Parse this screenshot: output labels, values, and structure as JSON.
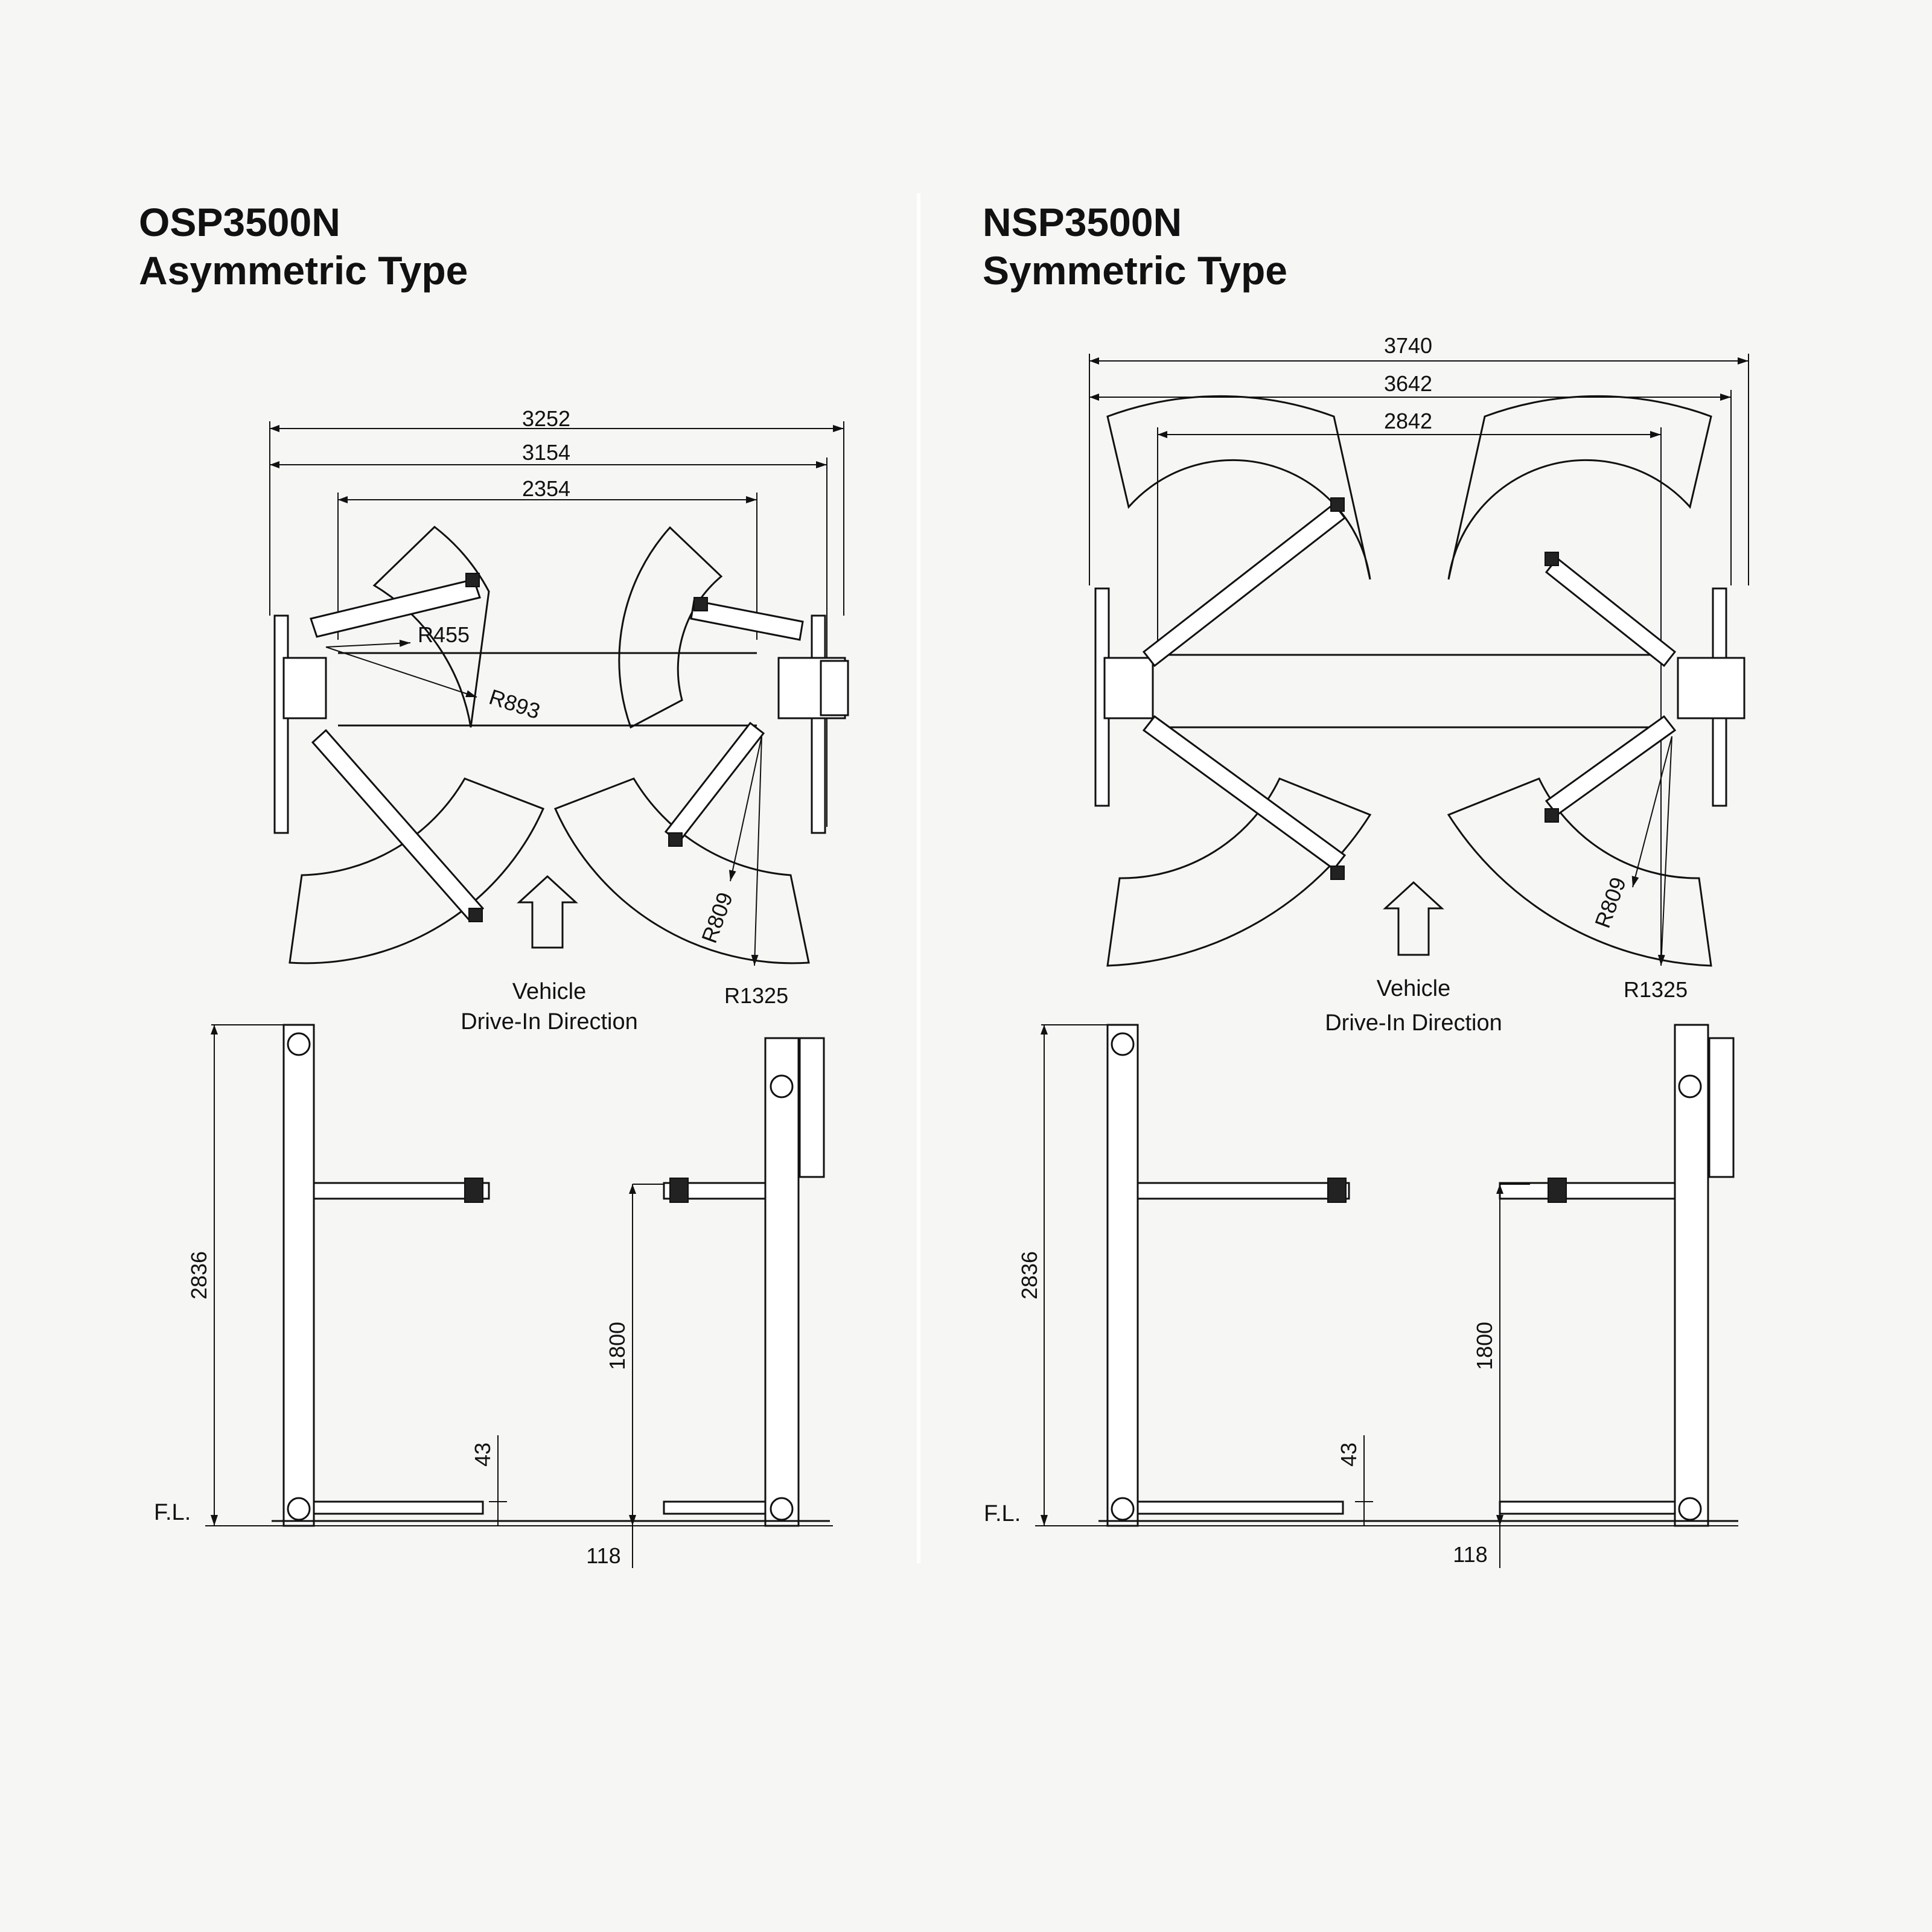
{
  "left": {
    "model": "OSP3500N",
    "type": "Asymmetric Type",
    "dims": {
      "overall": "3252",
      "posts": "3154",
      "inner": "2354",
      "r_small": "R455",
      "r_mid": "R893",
      "r_front": "R809",
      "r_long": "R1325"
    },
    "direction": {
      "line1": "Vehicle",
      "line2": "Drive-In Direction"
    },
    "elevation": {
      "height": "2836",
      "lift": "1800",
      "pad": "43",
      "base": "118",
      "floor": "F.L."
    }
  },
  "right": {
    "model": "NSP3500N",
    "type": "Symmetric Type",
    "dims": {
      "overall": "3740",
      "posts": "3642",
      "inner": "2842",
      "r_front": "R809",
      "r_long": "R1325"
    },
    "direction": {
      "line1": "Vehicle",
      "line2": "Drive-In Direction"
    },
    "elevation": {
      "height": "2836",
      "lift": "1800",
      "pad": "43",
      "base": "118",
      "floor": "F.L."
    }
  },
  "colors": {
    "background": "#f6f6f4",
    "ink": "#111111",
    "divider": "#ffffff"
  }
}
